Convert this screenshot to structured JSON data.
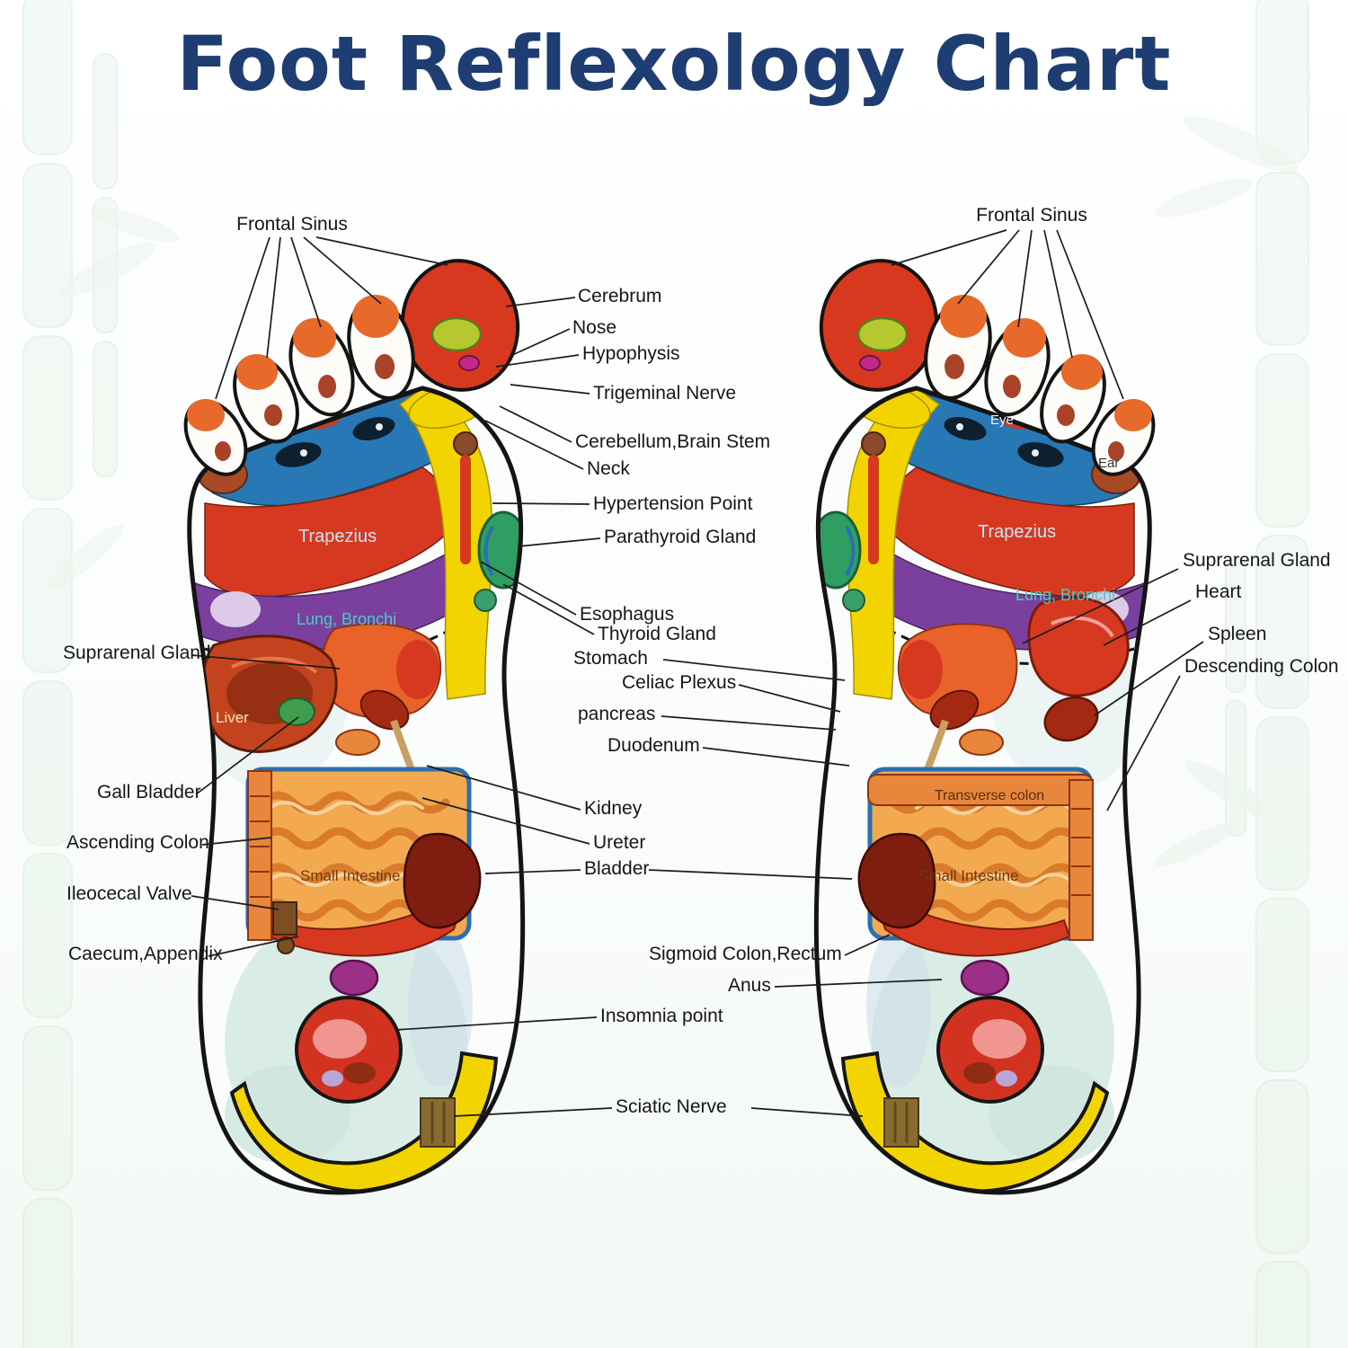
{
  "title": "Foot Reflexology Chart",
  "labels": {
    "frontal_sinus_left": "Frontal Sinus",
    "frontal_sinus_right": "Frontal Sinus",
    "left_column": {
      "suprarenal": "Suprarenal Gland",
      "gall_bladder": "Gall Bladder",
      "ascending_colon": "Ascending Colon",
      "ileocecal_valve": "Ileocecal Valve",
      "caecum_appendix": "Caecum,Appendix"
    },
    "center": [
      "Cerebrum",
      "Nose",
      "Hypophysis",
      "Trigeminal Nerve",
      "Cerebellum,Brain Stem",
      "Neck",
      "Hypertension Point",
      "Parathyroid Gland",
      "Esophagus",
      "Thyroid Gland",
      "Stomach",
      "Celiac Plexus",
      "pancreas",
      "Duodenum",
      "Kidney",
      "Ureter",
      "Bladder",
      "Sigmoid Colon,Rectum",
      "Anus",
      "Insomnia point",
      "Sciatic Nerve"
    ],
    "right_column": {
      "suprarenal": "Suprarenal Gland",
      "heart": "Heart",
      "spleen": "Spleen",
      "descending_colon": "Descending Colon"
    },
    "on_foot": {
      "trapezius_left": "Trapezius",
      "trapezius_right": "Trapezius",
      "lung_left": "Lung, Bronchi",
      "lung_right": "Lung, Bronchi",
      "eye_right": "Eye",
      "ear_right": "Ear",
      "liver_left": "Liver",
      "small_intestine_left": "Small Intestine",
      "small_intestine_right": "Small Intestine",
      "transverse_colon_right": "Transverse colon"
    }
  },
  "colors": {
    "title": "#1e3d73",
    "ink": "#1c1c1c",
    "band_blue": "#2878b5",
    "band_red": "#d6391f",
    "band_purple": "#7b3f9e",
    "yellow": "#f3d403",
    "orange": "#e8622a",
    "colon": "#e8873c",
    "intestine": "#f2a94f",
    "intestine_line": "#d97b2a",
    "liver": "#c2431d",
    "dark_red": "#a32912",
    "maroon": "#7e1d10",
    "teal_green": "#2f9e62",
    "magenta": "#9c2f86",
    "heel_red": "#d23220",
    "brown": "#8a6b2f",
    "bamboo": "#e9f4ec"
  }
}
